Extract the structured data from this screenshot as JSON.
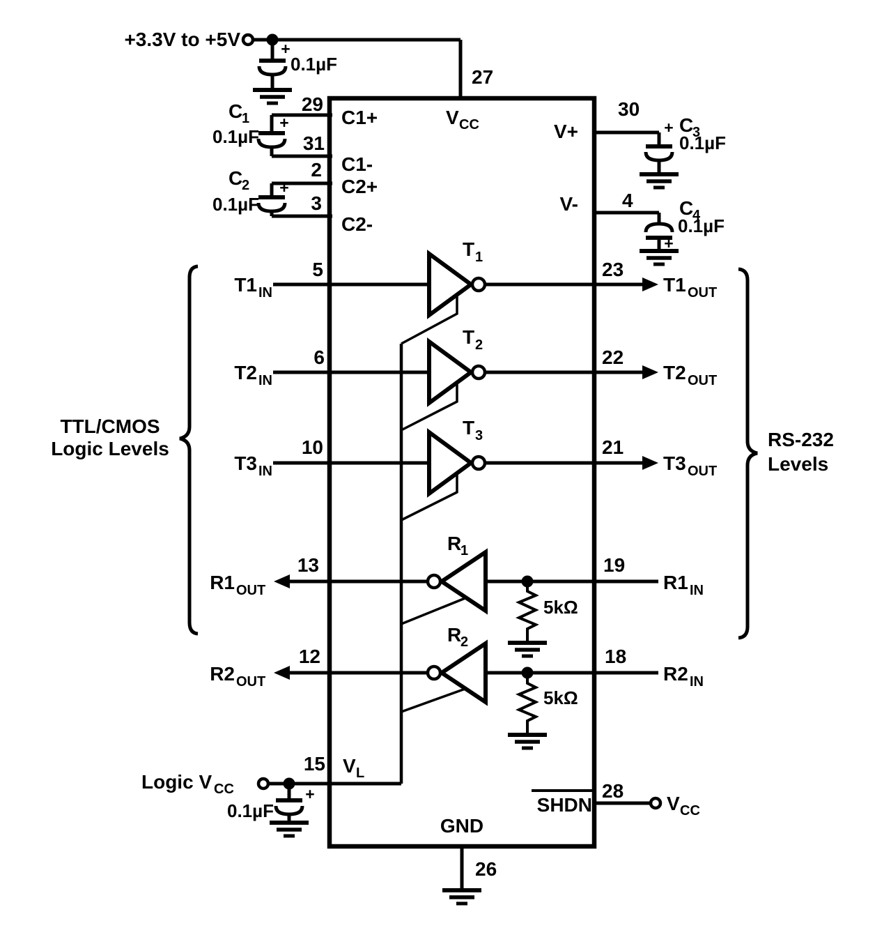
{
  "power_input": {
    "label": "+3.3V to +5V",
    "cap": {
      "value": "0.1µF",
      "plus": "+"
    },
    "pin": "27"
  },
  "ic": {
    "vcc": {
      "main": "V",
      "sub": "CC"
    },
    "pin_c1_plus": "C1+",
    "pin_c1_minus": "C1-",
    "pin_c2_plus": "C2+",
    "pin_c2_minus": "C2-",
    "pin_v_plus": "V+",
    "pin_v_minus": "V-",
    "vl": {
      "main": "V",
      "sub": "L"
    },
    "shdn": "SHDN",
    "gnd": "GND"
  },
  "pins": {
    "vcc": "27",
    "c1_plus": "29",
    "c1_minus": "31",
    "c2_plus": "2",
    "c2_minus": "3",
    "v_plus": "30",
    "v_minus": "4",
    "t1_in": "5",
    "t2_in": "6",
    "t3_in": "10",
    "t1_out": "23",
    "t2_out": "22",
    "t3_out": "21",
    "r1_out": "13",
    "r2_out": "12",
    "r1_in": "19",
    "r2_in": "18",
    "vl": "15",
    "shdn": "28",
    "gnd": "26"
  },
  "caps": {
    "c1": {
      "name_main": "C",
      "name_sub": "1",
      "value": "0.1µF",
      "plus": "+"
    },
    "c2": {
      "name_main": "C",
      "name_sub": "2",
      "value": "0.1µF",
      "plus": "+"
    },
    "c3": {
      "name_main": "C",
      "name_sub": "3",
      "value": "0.1µF",
      "plus": "+"
    },
    "c4": {
      "name_main": "C",
      "name_sub": "4",
      "value": "0.1µF",
      "plus": "+"
    },
    "vl_cap": {
      "value": "0.1µF",
      "plus": "+"
    }
  },
  "transmitters": [
    {
      "name_main": "T",
      "name_sub": "1",
      "in_main": "T1",
      "in_sub": "IN",
      "out_main": "T1",
      "out_sub": "OUT"
    },
    {
      "name_main": "T",
      "name_sub": "2",
      "in_main": "T2",
      "in_sub": "IN",
      "out_main": "T2",
      "out_sub": "OUT"
    },
    {
      "name_main": "T",
      "name_sub": "3",
      "in_main": "T3",
      "in_sub": "IN",
      "out_main": "T3",
      "out_sub": "OUT"
    }
  ],
  "receivers": [
    {
      "name_main": "R",
      "name_sub": "1",
      "out_main": "R1",
      "out_sub": "OUT",
      "in_main": "R1",
      "in_sub": "IN",
      "resistor": "5kΩ"
    },
    {
      "name_main": "R",
      "name_sub": "2",
      "out_main": "R2",
      "out_sub": "OUT",
      "in_main": "R2",
      "in_sub": "IN",
      "resistor": "5kΩ"
    }
  ],
  "logic_supply": {
    "label_main": "Logic V",
    "label_sub": "CC"
  },
  "shdn_net": {
    "vcc_main": "V",
    "vcc_sub": "CC"
  },
  "side_labels": {
    "left_line1": "TTL/CMOS",
    "left_line2": "Logic Levels",
    "right_line1": "RS-232",
    "right_line2": "Levels"
  }
}
